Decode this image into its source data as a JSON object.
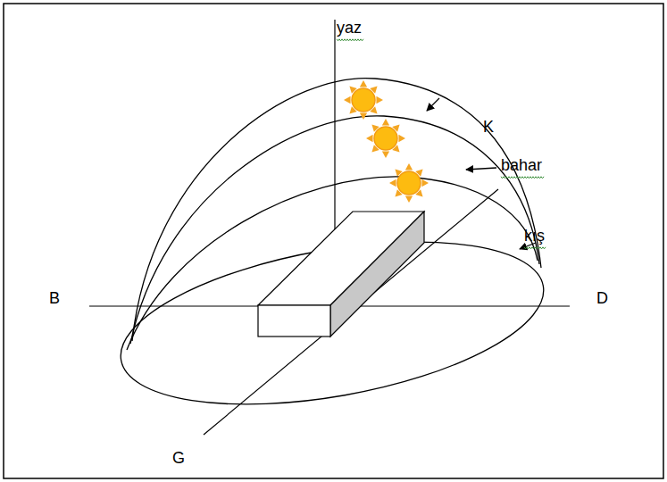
{
  "diagram": {
    "labels": [
      "yaz",
      "K",
      "bahar",
      "kış",
      "B",
      "D",
      "G"
    ]
  }
}
